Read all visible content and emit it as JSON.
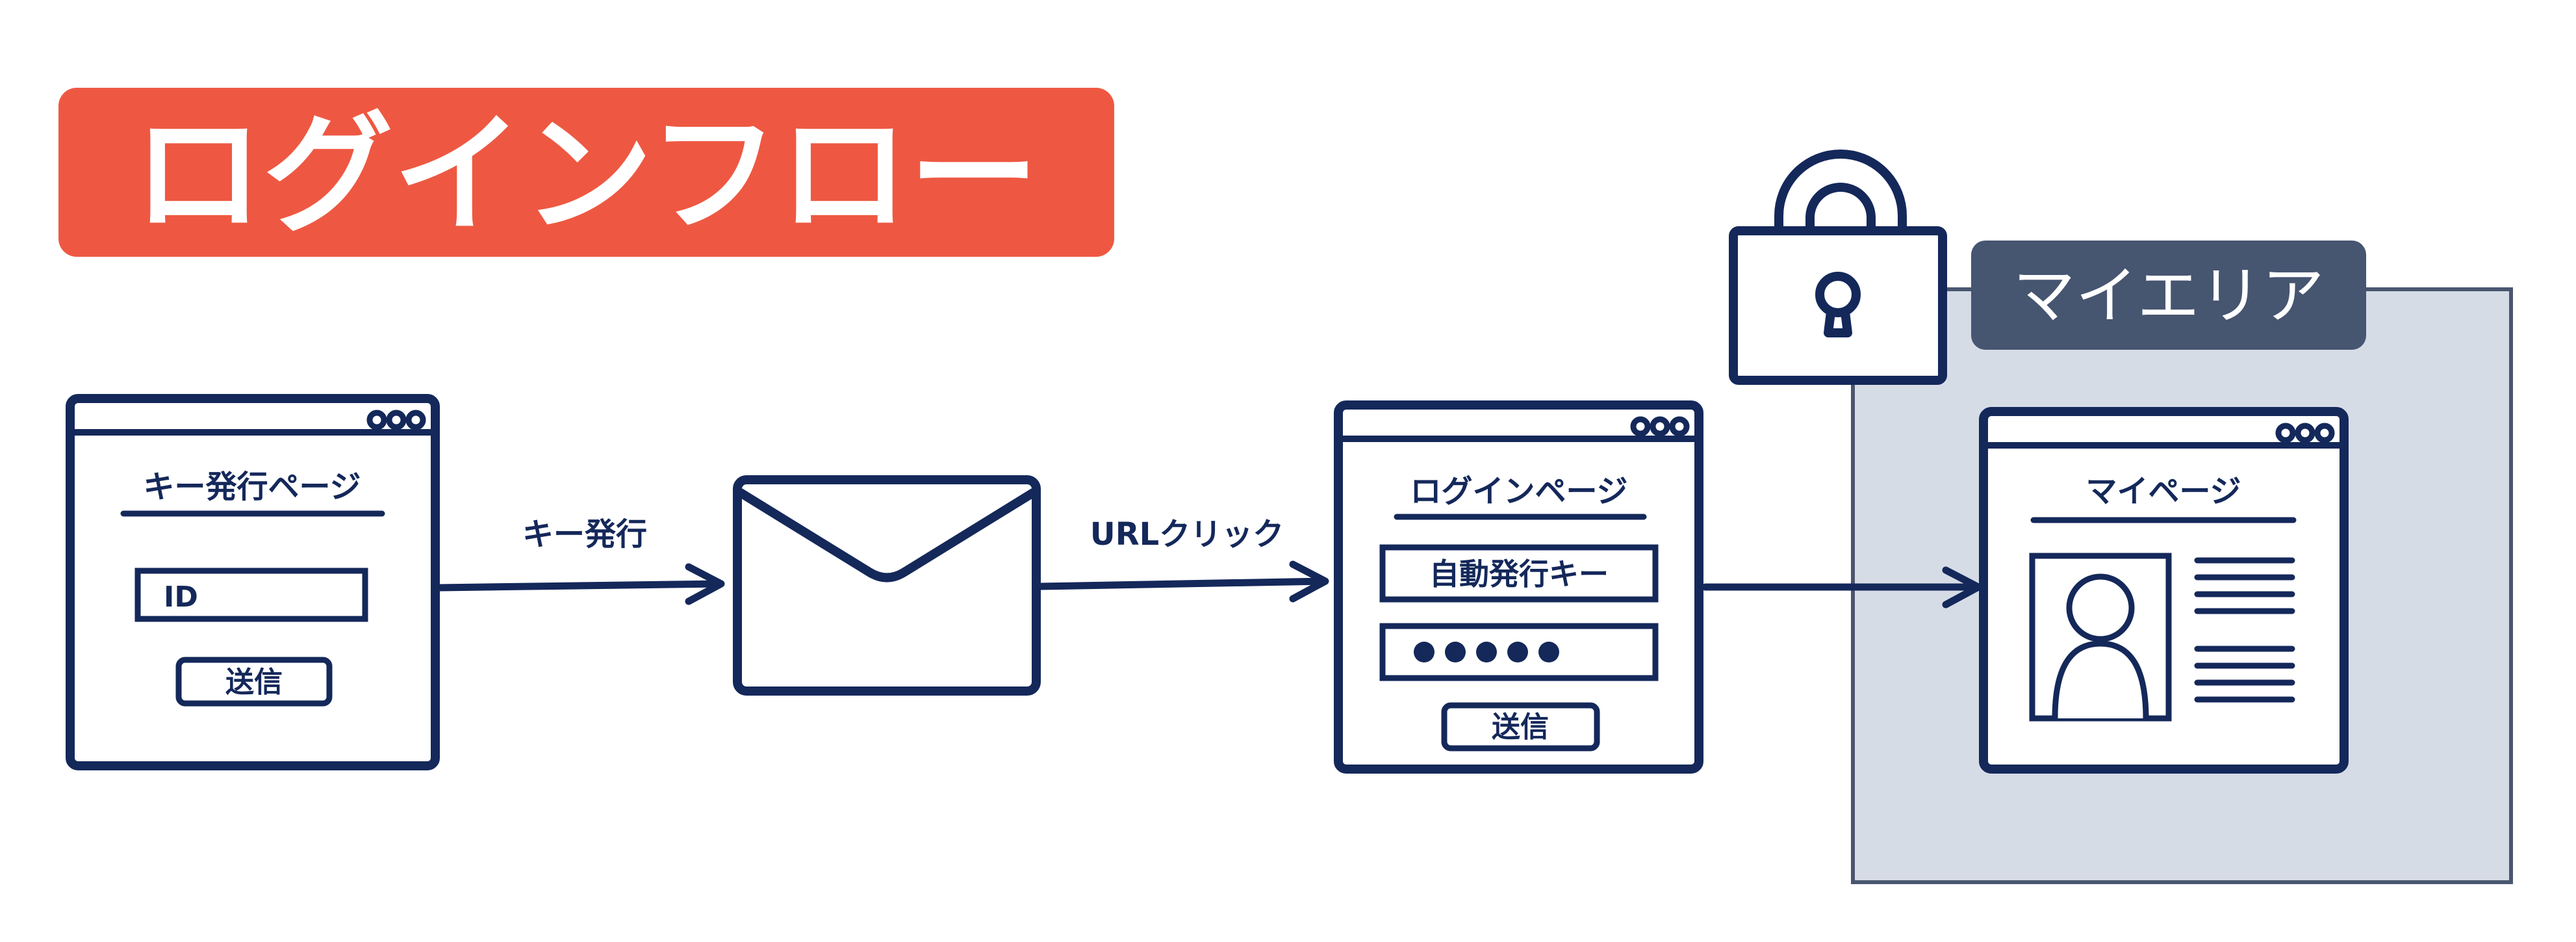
{
  "title": "ログインフロー",
  "colors": {
    "title_bg": "#ee5842",
    "primary": "#14285a",
    "area_bg": "#d6dce6",
    "area_border": "#4a5670",
    "area_label_bg": "#465570"
  },
  "key_issue_page": {
    "title": "キー発行ページ",
    "id_field": "ID",
    "submit_button": "送信"
  },
  "arrow_key_issue": {
    "label": "キー発行"
  },
  "arrow_url_click": {
    "label": "URLクリック"
  },
  "login_page": {
    "title": "ログインページ",
    "key_field": "自動発行キー",
    "submit_button": "送信"
  },
  "my_area": {
    "label": "マイエリア"
  },
  "my_page": {
    "title": "マイページ"
  },
  "icons": {
    "lock": "lock-icon",
    "envelope": "envelope-icon",
    "profile": "user-profile-icon",
    "window_dots": "ellipsis-icon",
    "password_dots": "password-mask-icon"
  }
}
